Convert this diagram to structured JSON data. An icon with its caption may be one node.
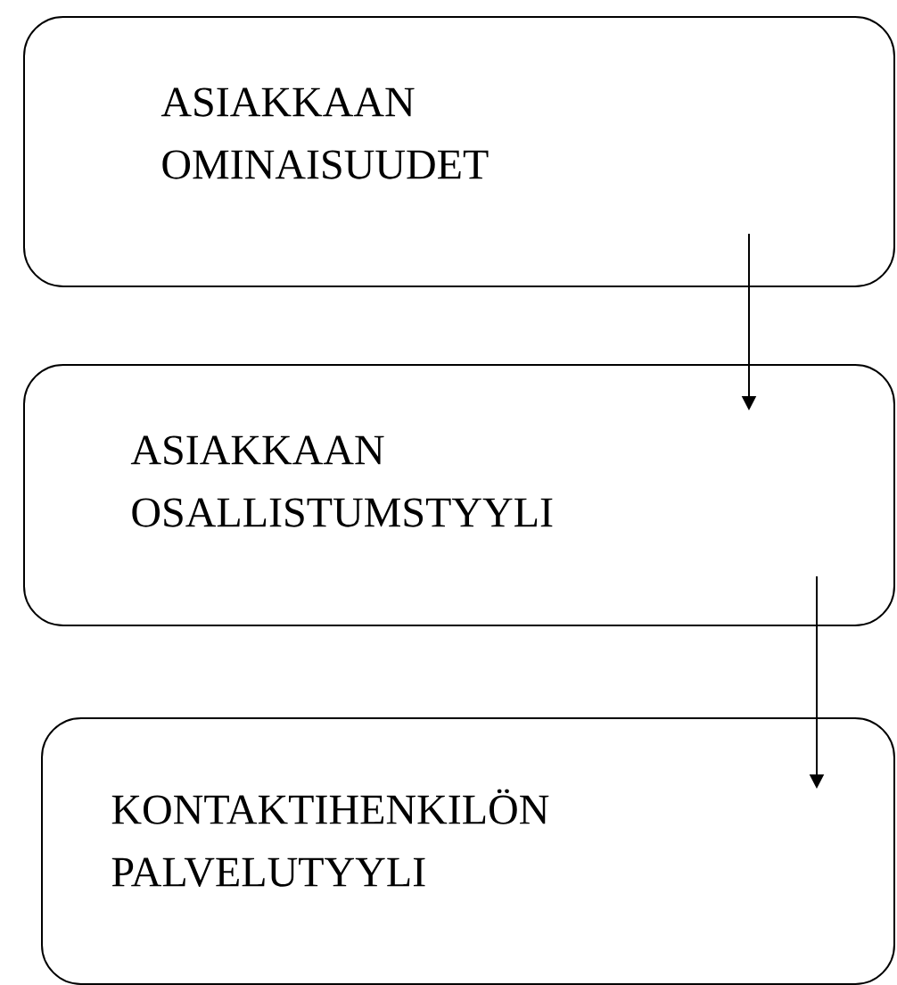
{
  "diagram": {
    "nodes": [
      {
        "text": [
          "ASIAKKAAN OMINAISUUDET"
        ]
      },
      {
        "text": [
          "ASIAKKAAN OSALLISTUMSTYYLI"
        ]
      },
      {
        "text": [
          "KONTAKTIHENKILÖN PALVELUTYYLI"
        ]
      }
    ],
    "edges": [
      {
        "from": 0,
        "to": 1,
        "arrow": "to"
      },
      {
        "from": 1,
        "to": 2,
        "arrow": "to"
      }
    ]
  }
}
